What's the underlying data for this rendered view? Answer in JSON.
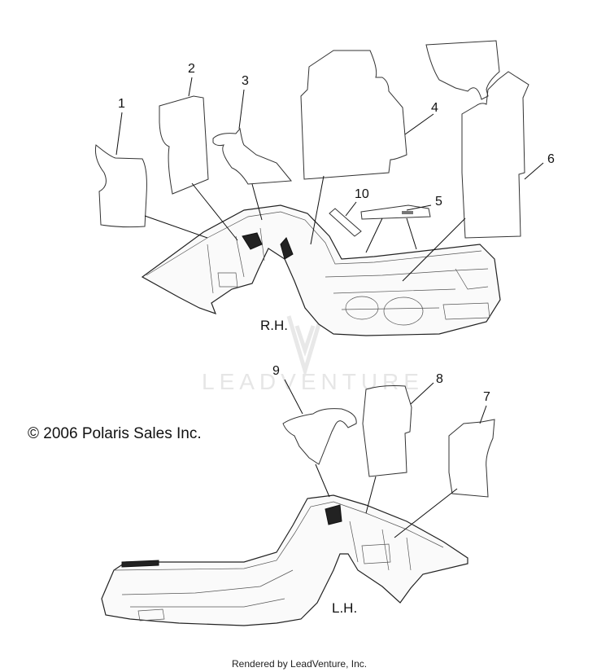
{
  "callouts": {
    "c1": "1",
    "c2": "2",
    "c3": "3",
    "c4": "4",
    "c5": "5",
    "c6": "6",
    "c7": "7",
    "c8": "8",
    "c9": "9",
    "c10": "10"
  },
  "labels": {
    "right_hand": "R.H.",
    "left_hand": "L.H."
  },
  "copyright": "© 2006 Polaris Sales Inc.",
  "watermark": "LEADVENTURE",
  "footer": "Rendered by LeadVenture, Inc.",
  "colors": {
    "line": "#333333",
    "text": "#111111",
    "watermark": "#e6e6e6"
  }
}
